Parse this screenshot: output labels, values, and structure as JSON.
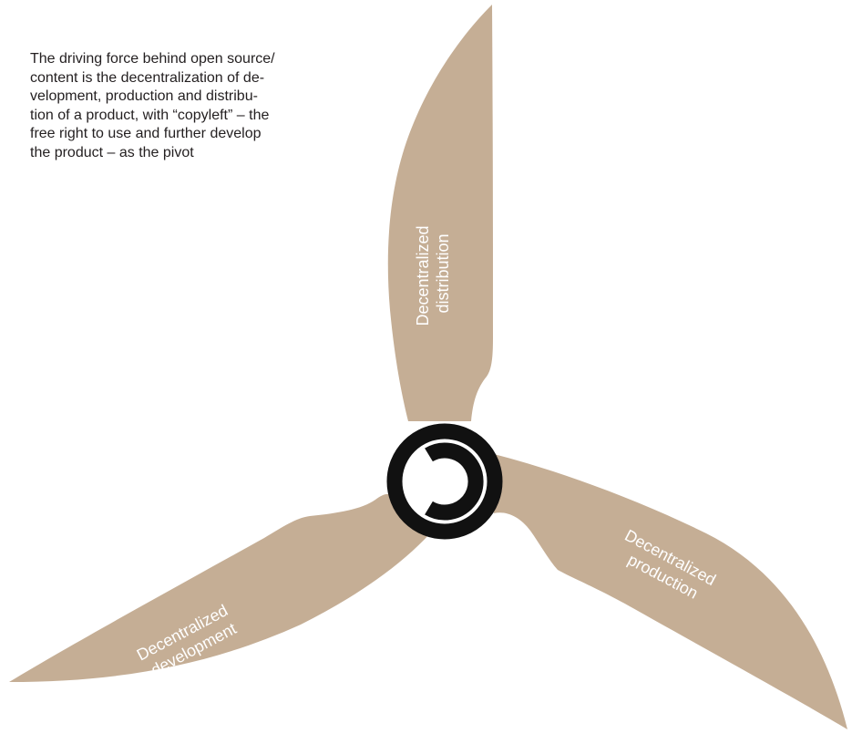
{
  "caption": {
    "lines": [
      "The driving force behind open source/",
      "content is the decentralization of de-",
      "velopment, production and distribu-",
      "tion of a product, with “copyleft” – the",
      "free right to use and further develop",
      "the product – as the pivot"
    ]
  },
  "blades": {
    "distribution": {
      "line1": "Decentralized",
      "line2": "distribution"
    },
    "production": {
      "line1": "Decentralized",
      "line2": "production"
    },
    "development": {
      "line1": "Decentralized",
      "line2": "development"
    }
  },
  "center": {
    "icon": "copyleft-icon"
  },
  "colors": {
    "blade": "#c5ae95",
    "symbol": "#111111",
    "text": "#231f20",
    "label": "#ffffff"
  }
}
